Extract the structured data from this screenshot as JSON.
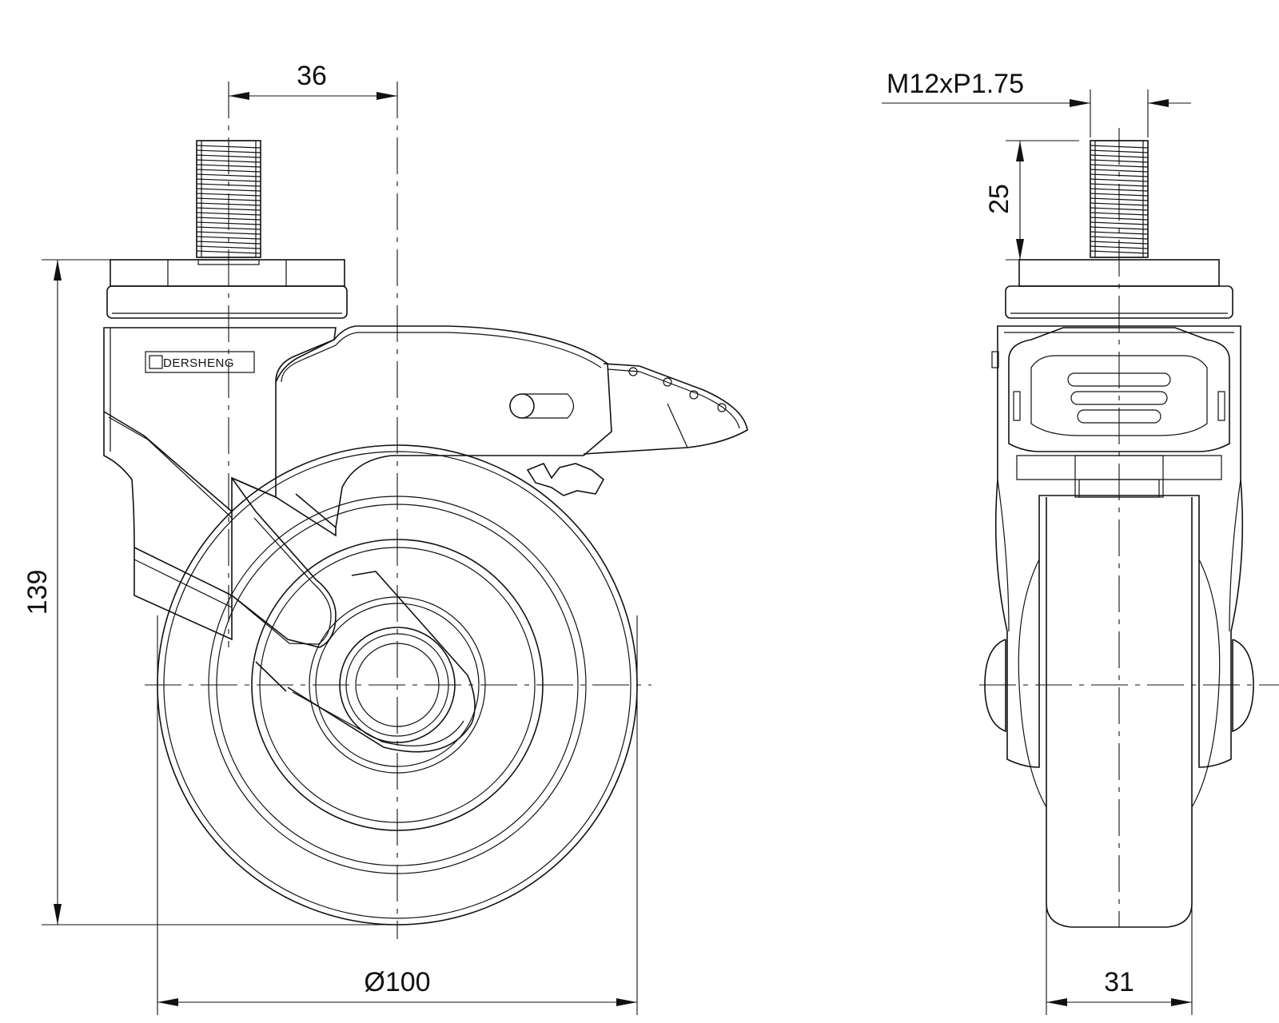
{
  "brand": {
    "logo_text": "DERSHENG"
  },
  "dimensions": {
    "offset": "36",
    "total_height": "139",
    "wheel_diameter": "Ø100",
    "thread_spec": "M12xP1.75",
    "stem_length": "25",
    "wheel_width": "31"
  }
}
